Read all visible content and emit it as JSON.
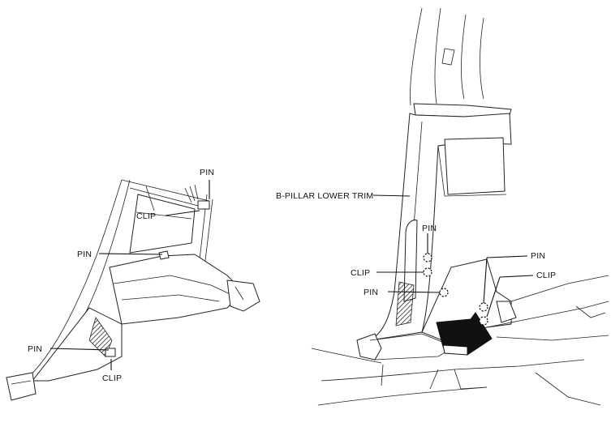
{
  "left_panel": {
    "labels": {
      "pin_top": "PIN",
      "clip_top": "CLIP",
      "pin_mid": "PIN",
      "pin_bottom": "PIN",
      "clip_bottom": "CLIP"
    }
  },
  "right_panel": {
    "labels": {
      "b_pillar_lower_trim": "B-PILLAR LOWER TRIM",
      "pin_inner": "PIN",
      "clip_left": "CLIP",
      "pin_left": "PIN",
      "pin_right": "PIN",
      "clip_right": "CLIP"
    }
  },
  "colors": {
    "line": "#111111",
    "background": "#ffffff"
  }
}
